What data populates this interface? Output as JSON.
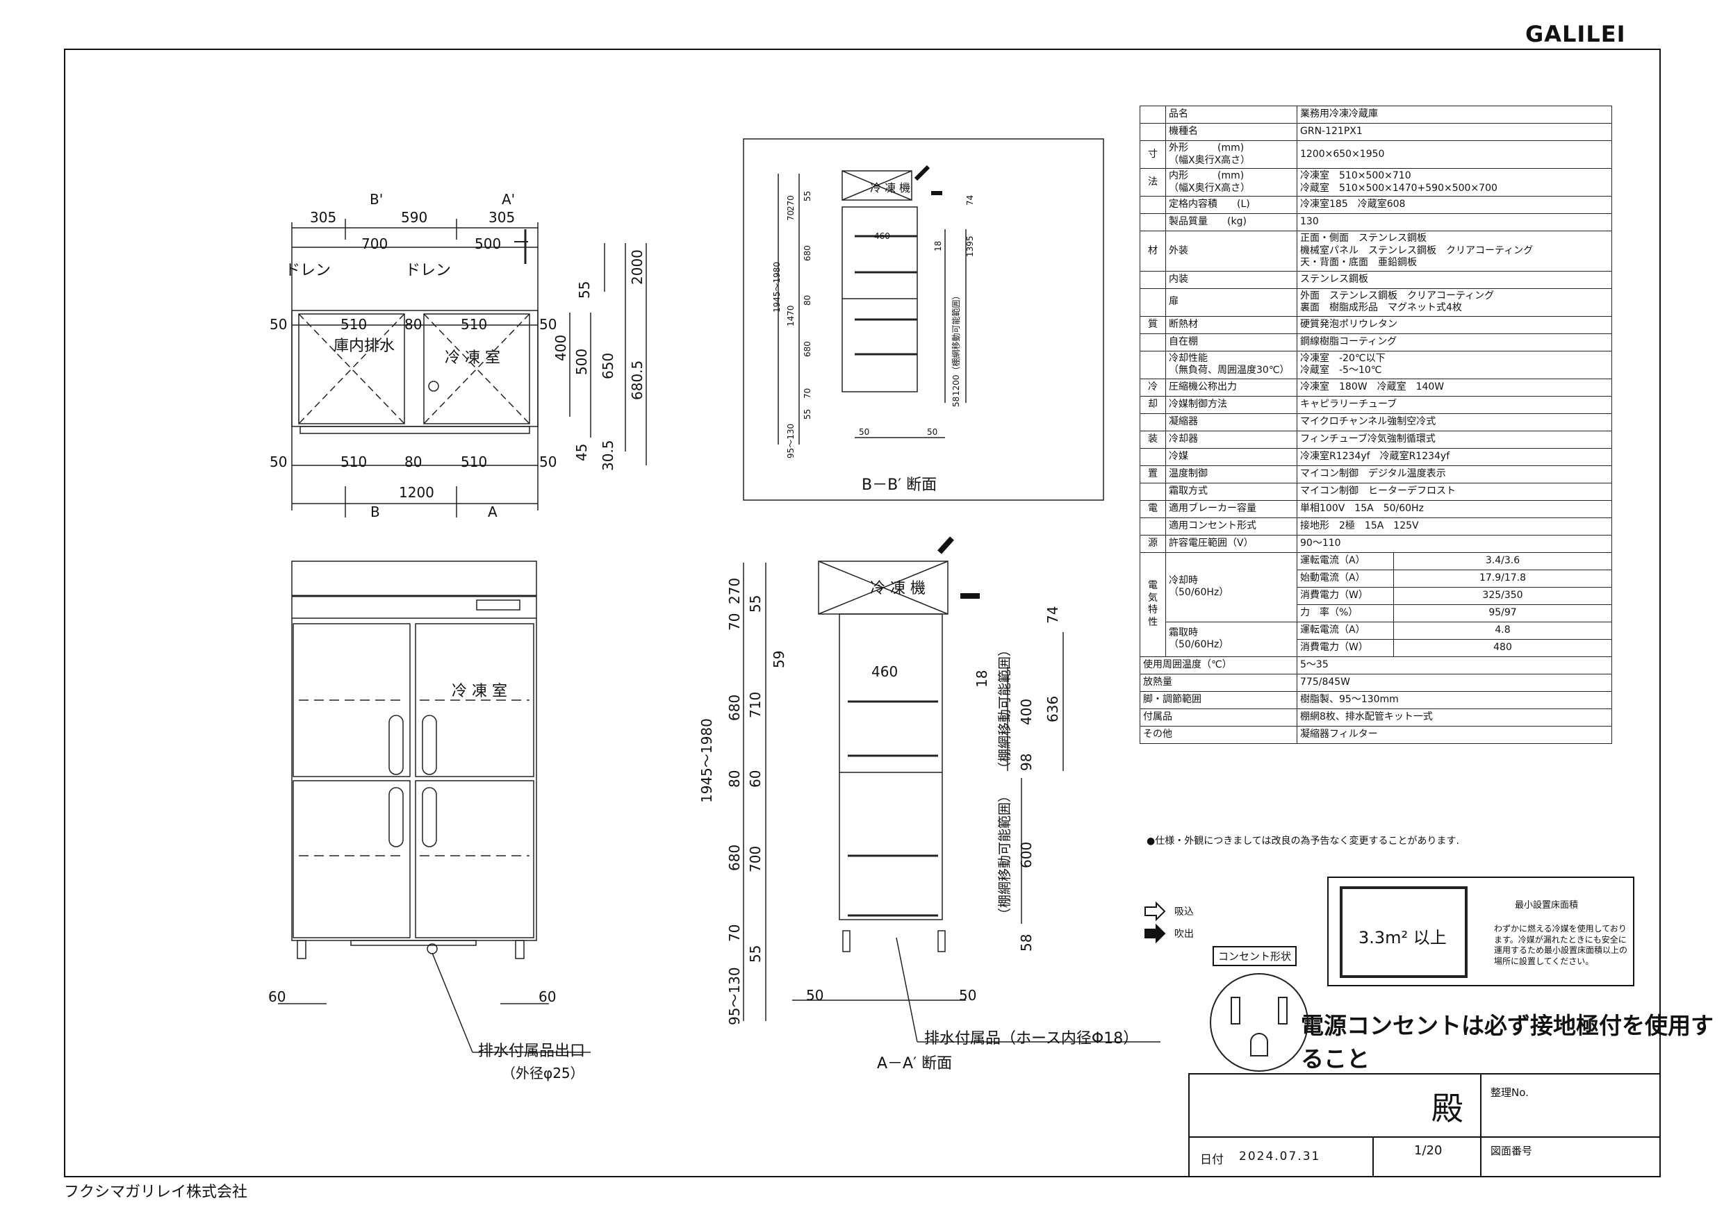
{
  "logo": "GALILEI",
  "company": "フクシマガリレイ株式会社",
  "spec_table": {
    "rows": [
      {
        "group": "",
        "label": "品名",
        "value": "業務用冷凍冷蔵庫"
      },
      {
        "group": "",
        "label": "機種名",
        "value": "GRN-121PX1"
      },
      {
        "group": "寸",
        "label": "外形　　　(mm)\n（幅X奥行X高さ）",
        "value": "1200×650×1950"
      },
      {
        "group": "法",
        "label": "内形　　　(mm)\n（幅X奥行X高さ）",
        "value": "冷凍室　510×500×710\n冷蔵室　510×500×1470+590×500×700"
      },
      {
        "group": "",
        "label": "定格内容積　　(L)",
        "value": "冷凍室185　冷蔵室608"
      },
      {
        "group": "",
        "label": "製品質量　　(kg)",
        "value": "130"
      },
      {
        "group": "材",
        "label": "外装",
        "value": "正面・側面　ステンレス鋼板\n機械室パネル　ステンレス鋼板　クリアコーティング\n天・背面・底面　亜鉛鋼板"
      },
      {
        "group": "",
        "label": "内装",
        "value": "ステンレス鋼板"
      },
      {
        "group": "",
        "label": "扉",
        "value": "外面　ステンレス鋼板　クリアコーティング\n裏面　樹脂成形品　マグネット式4枚"
      },
      {
        "group": "質",
        "label": "断熱材",
        "value": "硬質発泡ポリウレタン"
      },
      {
        "group": "",
        "label": "自在棚",
        "value": "鋼線樹脂コーティング"
      },
      {
        "group": "",
        "label": "冷却性能\n（無負荷、周囲温度30℃）",
        "value": "冷凍室　-20℃以下\n冷蔵室　-5～10℃"
      },
      {
        "group": "冷",
        "label": "圧縮機公称出力",
        "value": "冷凍室　180W　冷蔵室　140W"
      },
      {
        "group": "却",
        "label": "冷媒制御方法",
        "value": "キャピラリーチューブ"
      },
      {
        "group": "",
        "label": "凝縮器",
        "value": "マイクロチャンネル強制空冷式"
      },
      {
        "group": "装",
        "label": "冷却器",
        "value": "フィンチューブ冷気強制循環式"
      },
      {
        "group": "",
        "label": "冷媒",
        "value": "冷凍室R1234yf　冷蔵室R1234yf"
      },
      {
        "group": "置",
        "label": "温度制御",
        "value": "マイコン制御　デジタル温度表示"
      },
      {
        "group": "",
        "label": "霜取方式",
        "value": "マイコン制御　ヒーターデフロスト"
      },
      {
        "group": "電",
        "label": "適用ブレーカー容量",
        "value": "単相100V　15A　50/60Hz"
      },
      {
        "group": "",
        "label": "適用コンセント形式",
        "value": "接地形　2極　15A　125V"
      },
      {
        "group": "源",
        "label": "許容電圧範囲（V）",
        "value": "90～110"
      }
    ],
    "electrical": {
      "group": "電\n気\n特\n性",
      "cooling_label": "冷却時\n（50/60Hz）",
      "defrost_label": "霜取時\n（50/60Hz）",
      "cooling_rows": [
        {
          "label": "運転電流（A）",
          "value": "3.4/3.6"
        },
        {
          "label": "始動電流（A）",
          "value": "17.9/17.8"
        },
        {
          "label": "消費電力（W）",
          "value": "325/350"
        },
        {
          "label": "力　率（%）",
          "value": "95/97"
        }
      ],
      "defrost_rows": [
        {
          "label": "運転電流（A）",
          "value": "4.8"
        },
        {
          "label": "消費電力（W）",
          "value": "480"
        }
      ]
    },
    "tail_rows": [
      {
        "label": "使用周囲温度（℃）",
        "value": "5～35"
      },
      {
        "label": "放熱量",
        "value": "775/845W"
      },
      {
        "label": "脚・調節範囲",
        "value": "樹脂製、95～130mm"
      },
      {
        "label": "付属品",
        "value": "棚網8枚、排水配管キット一式"
      },
      {
        "label": "その他",
        "value": "凝縮器フィルター"
      }
    ]
  },
  "note": "●仕様・外観につきましては改良の為予告なく変更することがあります.",
  "legend": {
    "intake": "吸込",
    "exhaust": "吹出"
  },
  "floor": {
    "title": "最小設置床面積",
    "value": "3.3m² 以上",
    "desc": "わずかに燃える冷媒を使用しております。冷媒が漏れたときにも安全に運用するため最小設置床面積以上の場所に設置してください。"
  },
  "outlet": {
    "label": "コンセント形状",
    "warning": "電源コンセントは必ず接地極付を使用すること"
  },
  "title_block": {
    "customer": "殿",
    "sort_no_label": "整理No.",
    "drawing_no_label": "図面番号",
    "date_label": "日付",
    "date": "2024.07.31",
    "sheet": "1/20"
  },
  "top_view": {
    "dims_top": [
      "305",
      "590",
      "305",
      "700",
      "500"
    ],
    "section_marks": [
      "B'",
      "A'",
      "B",
      "A"
    ],
    "drain_left": "ドレン",
    "drain_right": "ドレン",
    "inner_drain": "庫内排水",
    "freezer": "冷 凍 室",
    "dims_row": [
      "50",
      "510",
      "80",
      "510",
      "50"
    ],
    "dims_bottom_row": [
      "50",
      "510",
      "80",
      "510",
      "50"
    ],
    "total_width": "1200",
    "right_dims": [
      "55",
      "2000",
      "400",
      "500",
      "650",
      "680.5",
      "45",
      "30.5"
    ]
  },
  "front_view": {
    "freezer": "冷 凍 室",
    "left_leg": "60",
    "right_leg": "60",
    "drain_label": "排水付属品出口",
    "drain_od": "（外径φ25）"
  },
  "section_bb": {
    "title": "B－B′ 断面",
    "machine": "冷 凍 機",
    "dims_left": [
      "270",
      "70",
      "55",
      "680",
      "1945～1980",
      "80",
      "1470",
      "680",
      "70",
      "55",
      "95～130"
    ],
    "dims_inner": [
      "460",
      "18",
      "74",
      "1395",
      "1200（棚網移動可能範囲）",
      "58",
      "50",
      "50"
    ]
  },
  "section_aa": {
    "title": "A－A′ 断面",
    "machine": "冷 凍 機",
    "dims_left": [
      "270",
      "55",
      "70",
      "680",
      "1945～1980",
      "80",
      "680",
      "70",
      "55",
      "95～130"
    ],
    "dims_mid": [
      "59",
      "710",
      "60",
      "700",
      "50",
      "50"
    ],
    "dims_right": [
      "460",
      "18",
      "74",
      "400",
      "636",
      "98",
      "600",
      "58"
    ],
    "shelf_label_1": "（棚網移動可能範囲）",
    "shelf_label_2": "（棚網移動可能範囲）",
    "drain_label": "排水付属品（ホース内径Φ18）"
  }
}
